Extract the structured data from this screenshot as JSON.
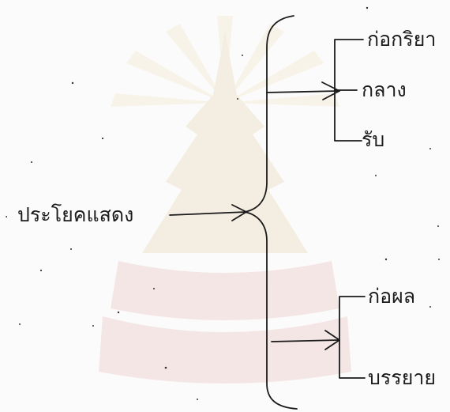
{
  "diagram": {
    "root_label": "ประโยคแสดง",
    "upper_group": {
      "items": [
        "ก่อกริยา",
        "กลาง",
        "รับ"
      ]
    },
    "lower_group": {
      "items": [
        "ก่อผล",
        "บรรยาย"
      ]
    }
  },
  "watermark": {
    "description_icon": "university-emblem-watermark",
    "colors": [
      "#e8b84a",
      "#c0392b"
    ]
  }
}
